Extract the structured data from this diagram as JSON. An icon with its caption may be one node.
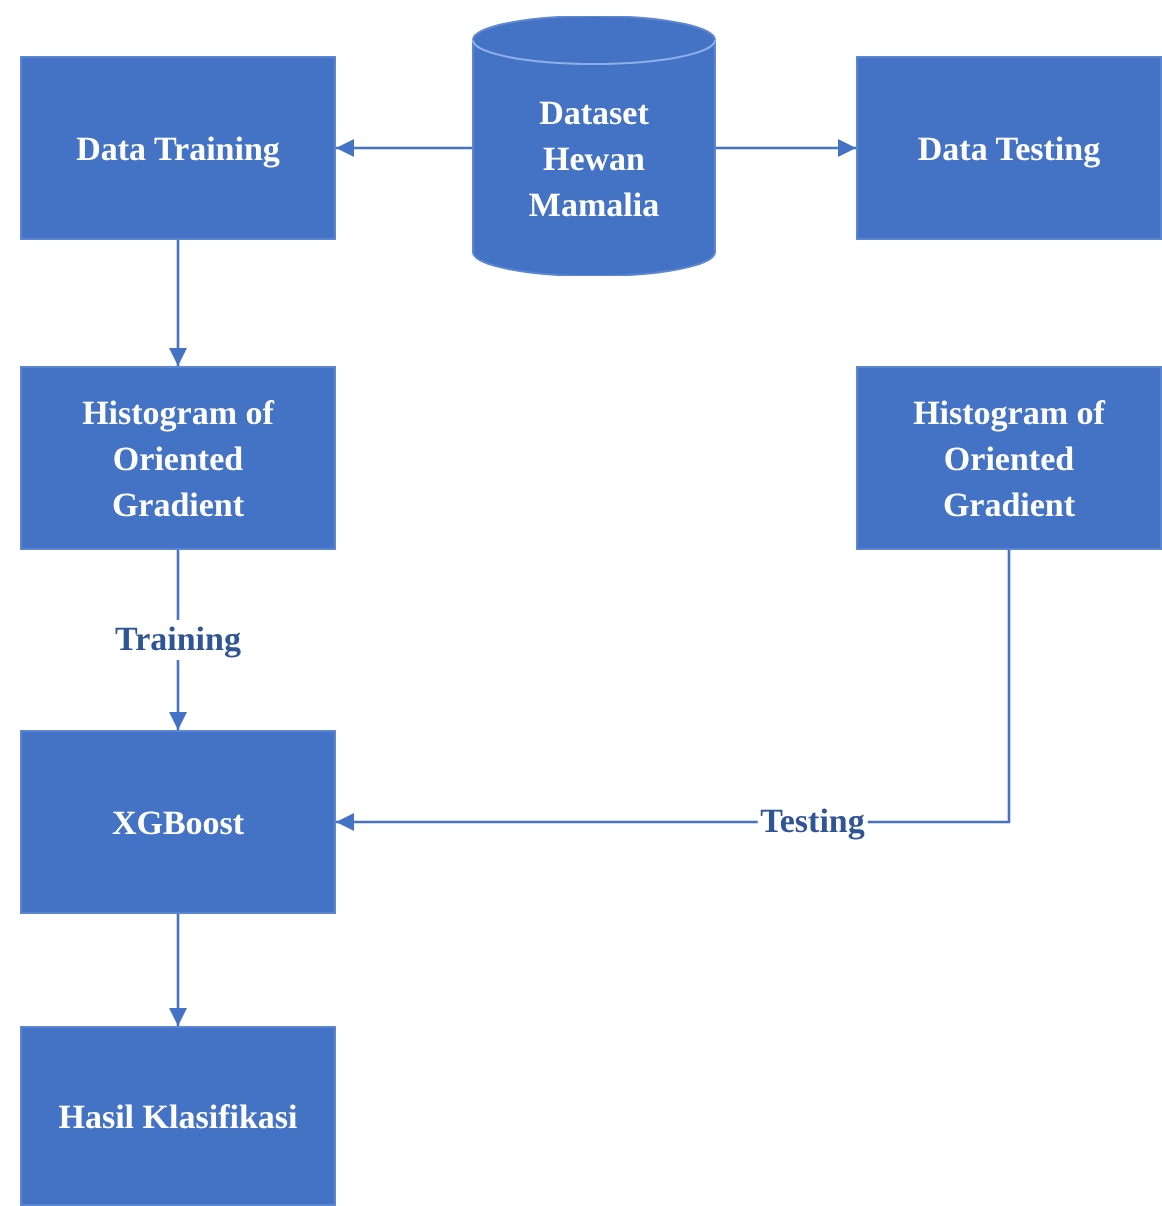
{
  "diagram": {
    "nodes": [
      {
        "text": [
          "Data Training"
        ]
      },
      {
        "text": [
          "Dataset Hewan Mamalia"
        ]
      },
      {
        "text": [
          "Data Testing"
        ]
      },
      {
        "text": [
          "Histogram of Oriented Gradient"
        ]
      },
      {
        "text": [
          "Histogram of Oriented Gradient"
        ]
      },
      {
        "text": [
          "XGBoost"
        ]
      },
      {
        "text": [
          "Hasil Klasifikasi"
        ]
      }
    ],
    "edges": [
      {
        "from": 1,
        "to": 0,
        "arrow": "to"
      },
      {
        "from": 1,
        "to": 2,
        "arrow": "to"
      },
      {
        "from": 0,
        "to": 3,
        "arrow": "to"
      },
      {
        "from": 3,
        "to": 5,
        "arrow": "to",
        "label": "Training"
      },
      {
        "from": 4,
        "to": 5,
        "arrow": "to",
        "label": "Testing"
      },
      {
        "from": 5,
        "to": 6,
        "arrow": "to"
      }
    ]
  }
}
